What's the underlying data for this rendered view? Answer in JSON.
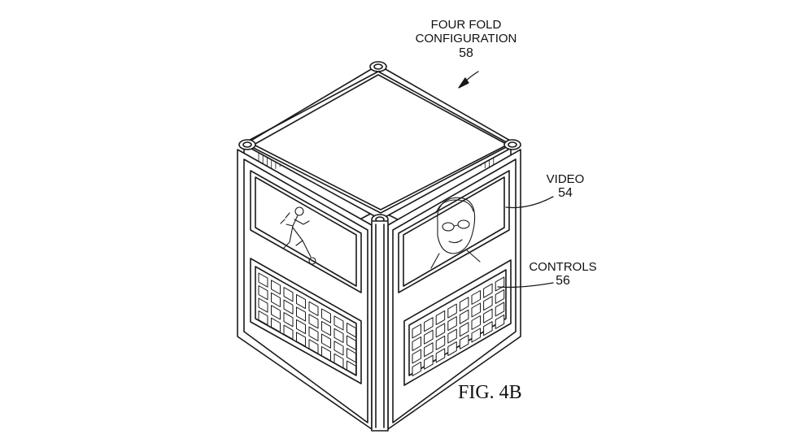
{
  "labels": {
    "configuration": {
      "line1": "FOUR FOLD",
      "line2": "CONFIGURATION",
      "ref": "58"
    },
    "video": {
      "text": "VIDEO",
      "ref": "54"
    },
    "controls": {
      "text": "CONTROLS",
      "ref": "56"
    }
  },
  "figure_caption": "FIG. 4B",
  "colors": {
    "line": "#1a1a1a",
    "fill": "#ffffff",
    "hatch": "#333333"
  }
}
